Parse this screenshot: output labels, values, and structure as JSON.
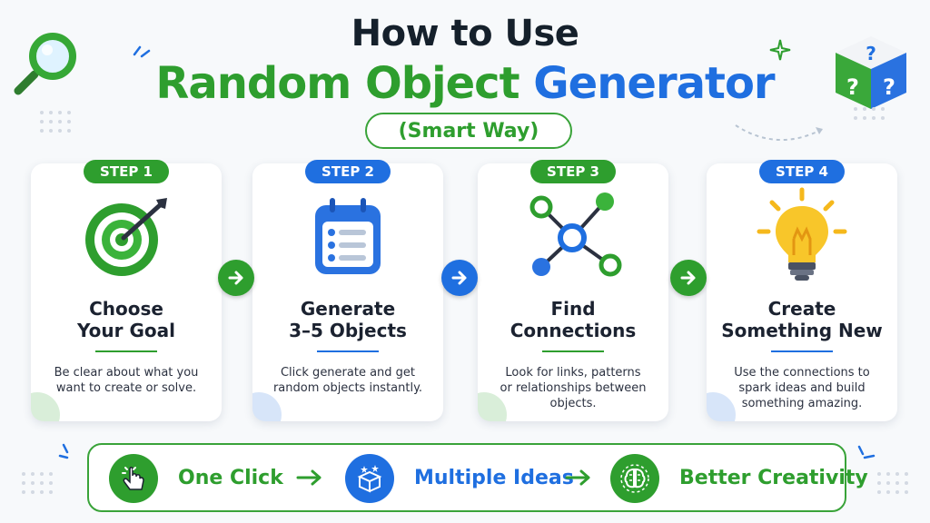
{
  "title": {
    "line1": "How to Use",
    "line2_green": "Random Object",
    "line2_blue": "Generator",
    "subtitle": "(Smart Way)"
  },
  "steps": [
    {
      "badge": "STEP 1",
      "title_line1": "Choose",
      "title_line2": "Your Goal",
      "desc_lines": [
        "Be clear about what you",
        "want to create or solve."
      ],
      "accent": "#2e9e2e",
      "icon": "target-icon"
    },
    {
      "badge": "STEP 2",
      "title_line1": "Generate",
      "title_line2": "3–5 Objects",
      "desc_lines": [
        "Click generate and get",
        "random objects instantly."
      ],
      "accent": "#1f6fe0",
      "icon": "list-icon"
    },
    {
      "badge": "STEP 3",
      "title_line1": "Find",
      "title_line2": "Connections",
      "desc_lines": [
        "Look for links, patterns",
        "or relationships between",
        "objects."
      ],
      "accent": "#2e9e2e",
      "icon": "network-icon"
    },
    {
      "badge": "STEP 4",
      "title_line1": "Create",
      "title_line2": "Something New",
      "desc_lines": [
        "Use the connections to",
        "spark ideas and build",
        "something amazing."
      ],
      "accent": "#1f6fe0",
      "icon": "lightbulb-icon"
    }
  ],
  "flow": {
    "items": [
      {
        "label": "One Click",
        "color": "#2e9e2e",
        "icon": "pointer-click-icon"
      },
      {
        "label": "Multiple Ideas",
        "color": "#1f6fe0",
        "icon": "gift-box-icon"
      },
      {
        "label": "Better Creativity",
        "color": "#2e9e2e",
        "icon": "brain-icon"
      }
    ]
  },
  "colors": {
    "green": "#2e9e2e",
    "blue": "#1f6fe0",
    "dark": "#15202b"
  }
}
